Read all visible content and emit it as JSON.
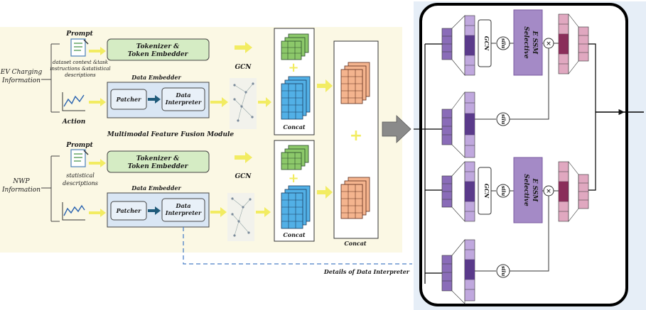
{
  "left": {
    "ev_label": [
      "EV Charging",
      "Information"
    ],
    "nwp_label": [
      "NWP",
      "Information"
    ],
    "prompt_title": "Prompt",
    "ev_prompt_text": [
      "dataset context &task",
      "instructions &statistical",
      "descriptions"
    ],
    "nwp_prompt_text": [
      "statistical",
      "descriptions"
    ],
    "action_label": "Action",
    "tokenizer_label": [
      "Tokenizer &",
      "Token Embedder"
    ],
    "data_embedder_title": "Data Embedder",
    "patcher_label": "Patcher",
    "interpreter_label": [
      "Data",
      "Interpreter"
    ],
    "gcn_label": "GCN",
    "concat_label": "Concat",
    "fusion_module_label": "Multimodal Feature Fusion Module",
    "details_label": "Details of Data Interpreter"
  },
  "right": {
    "gcn_label": "GCN",
    "silu_label": "silu",
    "ssm_label": [
      "Selective",
      "E SSM"
    ],
    "multiply_symbol": "×"
  },
  "colors": {
    "panel_bg": "#fbf8e4",
    "right_bg": "#e6eef7",
    "token_box": "#d5ecc4",
    "embed_box": "#d9e6f4",
    "green_cube": "#8cc86a",
    "blue_cube": "#52b0e6",
    "orange_cube": "#f4b48e",
    "ssm": "#a48ac6",
    "arrow_yellow": "#f2ec62",
    "purple_dark": "#5a3a8a",
    "pink_dark": "#8a2e5a"
  }
}
